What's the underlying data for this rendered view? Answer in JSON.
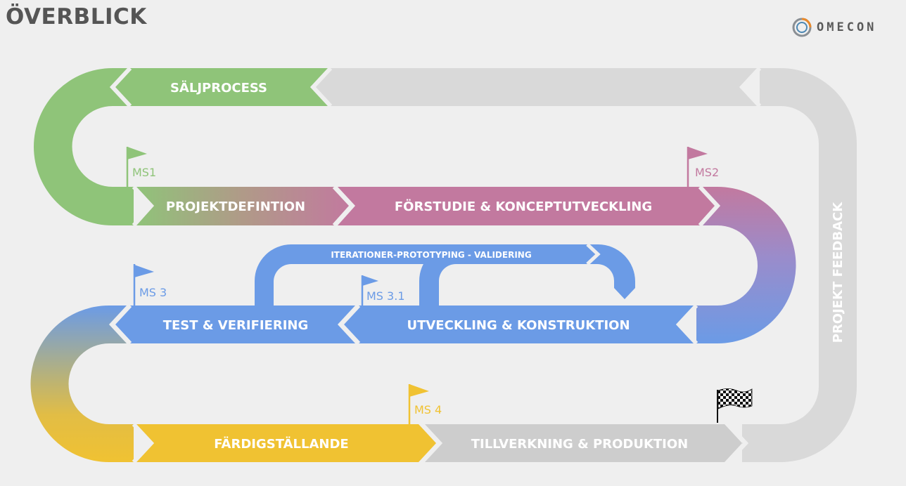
{
  "page": {
    "title": "ÖVERBLICK"
  },
  "logo": {
    "text": "OMECON"
  },
  "colors": {
    "green": "#8fc479",
    "pink": "#c2799f",
    "blue": "#6b9be6",
    "yellow": "#f0c232",
    "grey": "#d9d9d9",
    "grey_dark": "#cdcdcd"
  },
  "stages": {
    "saljprocess": "SÄLJPROCESS",
    "projektdefinition": "PROJEKTDEFINTION",
    "forstudie": "FÖRSTUDIE & KONCEPTUTVECKLING",
    "iterationer": "ITERATIONER-PROTOTYPING - VALIDERING",
    "test": "TEST & VERIFIERING",
    "utveckling": "UTVECKLING & KONSTRUKTION",
    "fardigstallande": "FÄRDIGSTÄLLANDE",
    "tillverkning": "TILLVERKNING & PRODUKTION",
    "feedback": "PROJEKT FEEDBACK"
  },
  "milestones": {
    "ms1": "MS1",
    "ms2": "MS2",
    "ms3": "MS 3",
    "ms31": "MS 3.1",
    "ms4": "MS 4"
  },
  "icons": {
    "finish": "checkered-flag",
    "milestone": "pennant-flag"
  }
}
